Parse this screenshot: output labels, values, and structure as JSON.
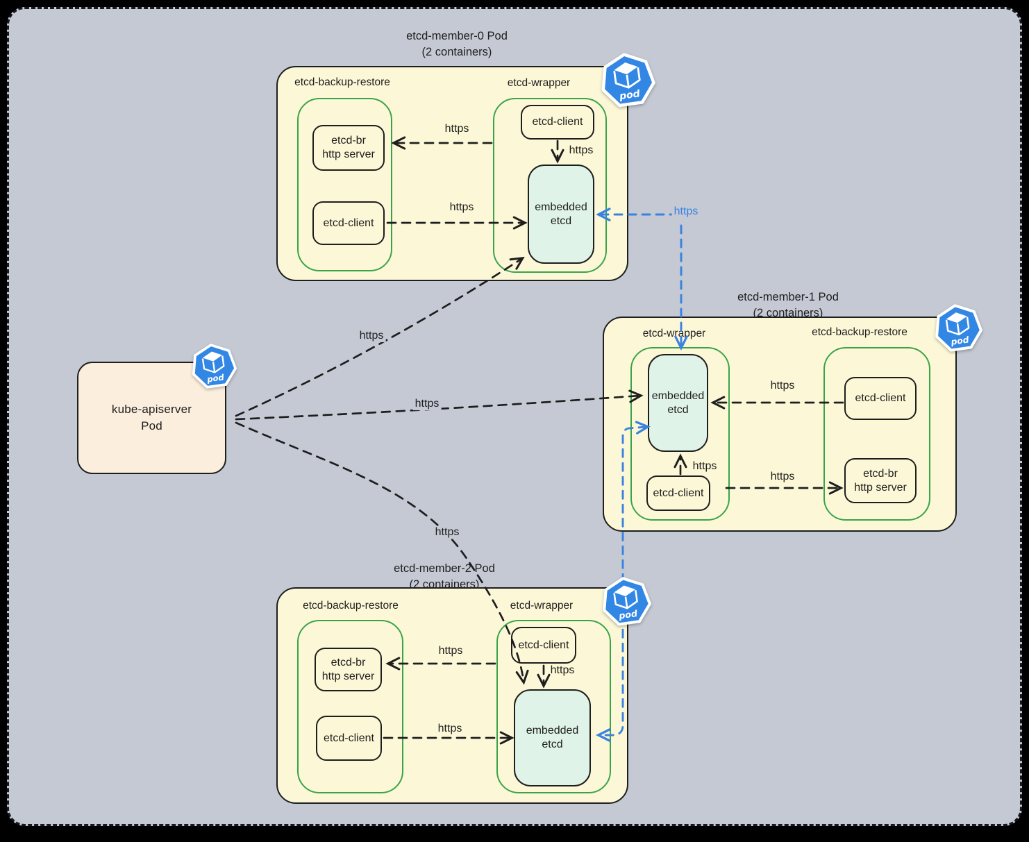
{
  "shared": {
    "https": "https",
    "pod_label": "pod",
    "backup_container": "etcd-backup-restore",
    "wrapper_container": "etcd-wrapper",
    "client_box": "etcd-client",
    "embedded_l1": "embedded",
    "embedded_l2": "etcd",
    "br_l1": "etcd-br",
    "br_l2": "http server"
  },
  "kube": {
    "l1": "kube-apiserver",
    "l2": "Pod"
  },
  "members": {
    "m0": {
      "title": "etcd-member-0 Pod",
      "subtitle": "(2 containers)"
    },
    "m1": {
      "title": "etcd-member-1 Pod",
      "subtitle": "(2 containers)"
    },
    "m2": {
      "title": "etcd-member-2 Pod",
      "subtitle": "(2 containers)"
    }
  },
  "colors": {
    "canvas_bg": "#c4c9d3",
    "pod_fill": "#fcf8d7",
    "kube_fill": "#fbeedd",
    "embedded_fill": "#e0f3e9",
    "container_stroke": "#3aa34a",
    "ink": "#1e1e1e",
    "peer_link_blue": "#3b82e0",
    "pod_icon_blue": "#3287e4"
  }
}
